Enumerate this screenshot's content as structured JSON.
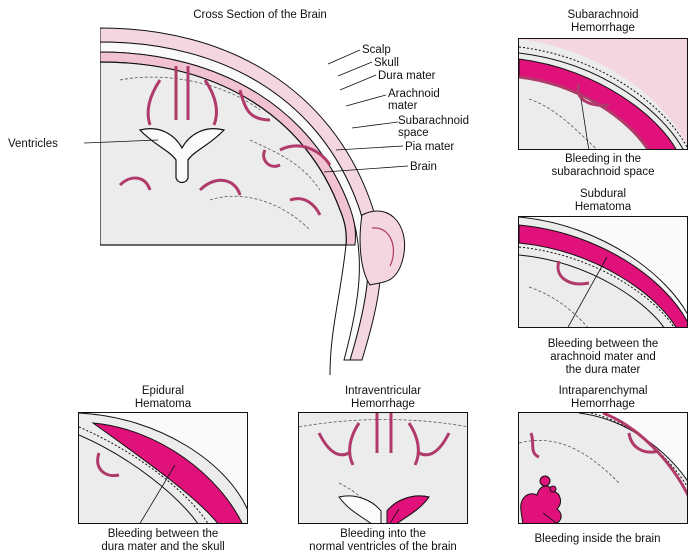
{
  "main": {
    "title": "Cross Section of the Brain",
    "labels": {
      "scalp": "Scalp",
      "skull": "Skull",
      "dura": "Dura mater",
      "arachnoid_1": "Arachnoid",
      "arachnoid_2": "mater",
      "subarachnoid_1": "Subarachnoid",
      "subarachnoid_2": "space",
      "pia": "Pia mater",
      "brain": "Brain",
      "ventricles": "Ventricles"
    }
  },
  "panels": {
    "subarachnoid": {
      "title_1": "Subarachnoid",
      "title_2": "Hemorrhage",
      "caption_1": "Bleeding in the",
      "caption_2": "subarachnoid space"
    },
    "subdural": {
      "title_1": "Subdural",
      "title_2": "Hematoma",
      "caption_1": "Bleeding between the",
      "caption_2": "arachnoid mater and",
      "caption_3": "the dura mater"
    },
    "epidural": {
      "title_1": "Epidural",
      "title_2": "Hematoma",
      "caption_1": "Bleeding between the",
      "caption_2": "dura mater and the skull"
    },
    "intraventricular": {
      "title_1": "Intraventricular",
      "title_2": "Hemorrhage",
      "caption_1": "Bleeding into the",
      "caption_2": "normal ventricles of the brain"
    },
    "intraparenchymal": {
      "title_1": "Intraparenchymal",
      "title_2": "Hemorrhage",
      "caption_1": "Bleeding inside the brain"
    }
  },
  "colors": {
    "bleed": "#e0117a",
    "vessel": "#b03a6a",
    "membrane": "#e9b8c9",
    "brain": "#ececec",
    "line": "#111111"
  }
}
